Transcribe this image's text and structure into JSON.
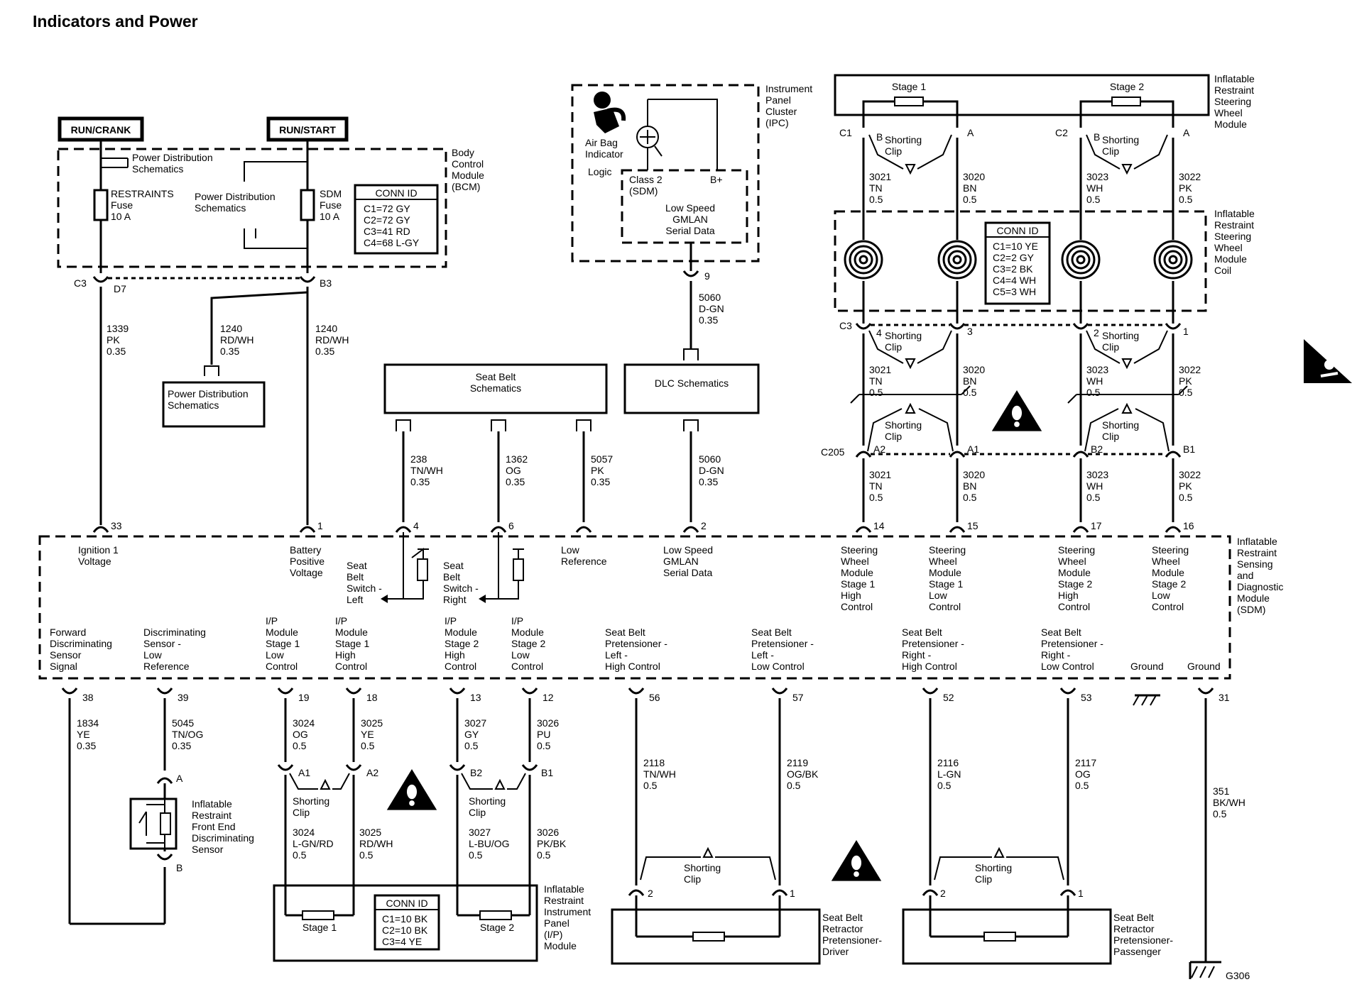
{
  "title": "Indicators and Power",
  "power": {
    "run_crank": "RUN/CRANK",
    "run_start": "RUN/START",
    "bcm_pds_lines": [
      "Power Distribution",
      "Schematics"
    ],
    "pds_mid_lines": [
      "Power Distribution",
      "Schematics"
    ],
    "pds_box_lines": [
      "Power Distribution",
      "Schematics"
    ],
    "fuse_restraints_lines": [
      "RESTRAINTS",
      "Fuse",
      "10 A"
    ],
    "fuse_sdm_lines": [
      "SDM",
      "Fuse",
      "10 A"
    ]
  },
  "bcm": {
    "lines": [
      "Body",
      "Control",
      "Module",
      "(BCM)"
    ],
    "conn_title": "CONN ID",
    "conn_lines": [
      "C1=72 GY",
      "C2=72 GY",
      "C3=41 RD",
      "C4=68 L-GY"
    ]
  },
  "ipc": {
    "lines": [
      "Instrument",
      "Panel",
      "Cluster",
      "(IPC)"
    ],
    "indicator_lines": [
      "Air Bag",
      "Indicator"
    ],
    "logic": "Logic",
    "class2_lines": [
      "Class 2",
      "(SDM)"
    ],
    "bplus": "B+",
    "gmlan_lines": [
      "Low Speed",
      "GMLAN",
      "Serial Data"
    ]
  },
  "seatbelt_box_lines": [
    "Seat Belt",
    "Schematics"
  ],
  "dlc_box": "DLC Schematics",
  "steering_module": {
    "lines": [
      "Inflatable",
      "Restraint",
      "Steering",
      "Wheel",
      "Module"
    ],
    "stage1": "Stage 1",
    "stage2": "Stage 2"
  },
  "coil": {
    "lines": [
      "Inflatable",
      "Restraint",
      "Steering",
      "Wheel",
      "Module",
      "Coil"
    ],
    "conn_title": "CONN ID",
    "conn_lines": [
      "C1=10 YE",
      "C2=2 GY",
      "C3=2 BK",
      "C4=4 WH",
      "C5=3 WH"
    ]
  },
  "shorting_clip_lines": [
    "Shorting",
    "Clip"
  ],
  "connectors": [
    "C1",
    "C2",
    "C3",
    "C205",
    "C3",
    "D7",
    "B3",
    "B",
    "A",
    "B",
    "A",
    "4",
    "3",
    "2",
    "1",
    "A2",
    "A1",
    "B2",
    "B1"
  ],
  "wires_top": [
    {
      "circuit": "1339",
      "color": "PK",
      "gauge": "0.35"
    },
    {
      "circuit": "1240",
      "color": "RD/WH",
      "gauge": "0.35"
    },
    {
      "circuit": "1240",
      "color": "RD/WH",
      "gauge": "0.35"
    },
    {
      "circuit": "5060",
      "color": "D-GN",
      "gauge": "0.35"
    },
    {
      "circuit": "238",
      "color": "TN/WH",
      "gauge": "0.35"
    },
    {
      "circuit": "1362",
      "color": "OG",
      "gauge": "0.35"
    },
    {
      "circuit": "5057",
      "color": "PK",
      "gauge": "0.35"
    },
    {
      "circuit": "5060",
      "color": "D-GN",
      "gauge": "0.35"
    }
  ],
  "wires_right": [
    {
      "circuit": "3021",
      "color": "TN",
      "gauge": "0.5"
    },
    {
      "circuit": "3020",
      "color": "BN",
      "gauge": "0.5"
    },
    {
      "circuit": "3023",
      "color": "WH",
      "gauge": "0.5"
    },
    {
      "circuit": "3022",
      "color": "PK",
      "gauge": "0.5"
    }
  ],
  "sdm": {
    "lines": [
      "Inflatable",
      "Restraint",
      "Sensing",
      "and",
      "Diagnostic",
      "Module",
      "(SDM)"
    ],
    "top_pins": [
      {
        "pin": "33",
        "lines": [
          "Ignition 1",
          "Voltage"
        ]
      },
      {
        "pin": "1",
        "lines": [
          "Battery",
          "Positive",
          "Voltage"
        ]
      },
      {
        "pin": "4",
        "lines": []
      },
      {
        "pin": "6",
        "lines": []
      },
      {
        "pin": "",
        "lines": [
          "Low",
          "Reference"
        ]
      },
      {
        "pin": "2",
        "lines": [
          "Low Speed",
          "GMLAN",
          "Serial Data"
        ]
      },
      {
        "pin": "14",
        "lines": [
          "Steering",
          "Wheel",
          "Module",
          "Stage 1",
          "High",
          "Control"
        ]
      },
      {
        "pin": "15",
        "lines": [
          "Steering",
          "Wheel",
          "Module",
          "Stage 1",
          "Low",
          "Control"
        ]
      },
      {
        "pin": "17",
        "lines": [
          "Steering",
          "Wheel",
          "Module",
          "Stage 2",
          "High",
          "Control"
        ]
      },
      {
        "pin": "16",
        "lines": [
          "Steering",
          "Wheel",
          "Module",
          "Stage 2",
          "Low",
          "Control"
        ]
      }
    ],
    "switch_left_lines": [
      "Seat",
      "Belt",
      "Switch -",
      "Left"
    ],
    "switch_right_lines": [
      "Seat",
      "Belt",
      "Switch -",
      "Right"
    ],
    "bottom_pins": [
      {
        "pin": "38",
        "lines": [
          "Forward",
          "Discriminating",
          "Sensor",
          "Signal"
        ]
      },
      {
        "pin": "39",
        "lines": [
          "Discriminating",
          "Sensor -",
          "Low",
          "Reference"
        ]
      },
      {
        "pin": "19",
        "lines": [
          "I/P",
          "Module",
          "Stage 1",
          "Low",
          "Control"
        ]
      },
      {
        "pin": "18",
        "lines": [
          "I/P",
          "Module",
          "Stage 1",
          "High",
          "Control"
        ]
      },
      {
        "pin": "13",
        "lines": [
          "I/P",
          "Module",
          "Stage 2",
          "High",
          "Control"
        ]
      },
      {
        "pin": "12",
        "lines": [
          "I/P",
          "Module",
          "Stage 2",
          "Low",
          "Control"
        ]
      },
      {
        "pin": "56",
        "lines": [
          "Seat Belt",
          "Pretensioner -",
          "Left -",
          "High Control"
        ]
      },
      {
        "pin": "57",
        "lines": [
          "Seat Belt",
          "Pretensioner -",
          "Left -",
          "Low Control"
        ]
      },
      {
        "pin": "52",
        "lines": [
          "Seat Belt",
          "Pretensioner -",
          "Right -",
          "High Control"
        ]
      },
      {
        "pin": "53",
        "lines": [
          "Seat Belt",
          "Pretensioner -",
          "Right -",
          "Low Control"
        ]
      },
      {
        "pin": "",
        "lines": [
          "Ground"
        ]
      },
      {
        "pin": "31",
        "lines": [
          "Ground"
        ]
      }
    ]
  },
  "wires_bottom": [
    {
      "circuit": "1834",
      "color": "YE",
      "gauge": "0.35"
    },
    {
      "circuit": "5045",
      "color": "TN/OG",
      "gauge": "0.35"
    },
    {
      "circuit": "3024",
      "color": "OG",
      "gauge": "0.5"
    },
    {
      "circuit": "3025",
      "color": "YE",
      "gauge": "0.5"
    },
    {
      "circuit": "3027",
      "color": "GY",
      "gauge": "0.5"
    },
    {
      "circuit": "3026",
      "color": "PU",
      "gauge": "0.5"
    },
    {
      "circuit": "3024",
      "color": "L-GN/RD",
      "gauge": "0.5"
    },
    {
      "circuit": "3025",
      "color": "RD/WH",
      "gauge": "0.5"
    },
    {
      "circuit": "3027",
      "color": "L-BU/OG",
      "gauge": "0.5"
    },
    {
      "circuit": "3026",
      "color": "PK/BK",
      "gauge": "0.5"
    },
    {
      "circuit": "2118",
      "color": "TN/WH",
      "gauge": "0.5"
    },
    {
      "circuit": "2119",
      "color": "OG/BK",
      "gauge": "0.5"
    },
    {
      "circuit": "2116",
      "color": "L-GN",
      "gauge": "0.5"
    },
    {
      "circuit": "2117",
      "color": "OG",
      "gauge": "0.5"
    },
    {
      "circuit": "351",
      "color": "BK/WH",
      "gauge": "0.5"
    }
  ],
  "front_sensor": {
    "lines": [
      "Inflatable",
      "Restraint",
      "Front End",
      "Discriminating",
      "Sensor"
    ],
    "pin_a": "A",
    "pin_b": "B"
  },
  "ip_module": {
    "lines": [
      "Inflatable",
      "Restraint",
      "Instrument",
      "Panel",
      "(I/P)",
      "Module"
    ],
    "stage1": "Stage 1",
    "stage2": "Stage 2",
    "conn_title": "CONN ID",
    "conn_lines": [
      "C1=10 BK",
      "C2=10 BK",
      "C3=4 YE"
    ]
  },
  "retractor_driver_lines": [
    "Seat Belt",
    "Retractor",
    "Pretensioner-",
    "Driver"
  ],
  "retractor_passenger_lines": [
    "Seat Belt",
    "Retractor",
    "Pretensioner-",
    "Passenger"
  ],
  "ground_label": "G306"
}
